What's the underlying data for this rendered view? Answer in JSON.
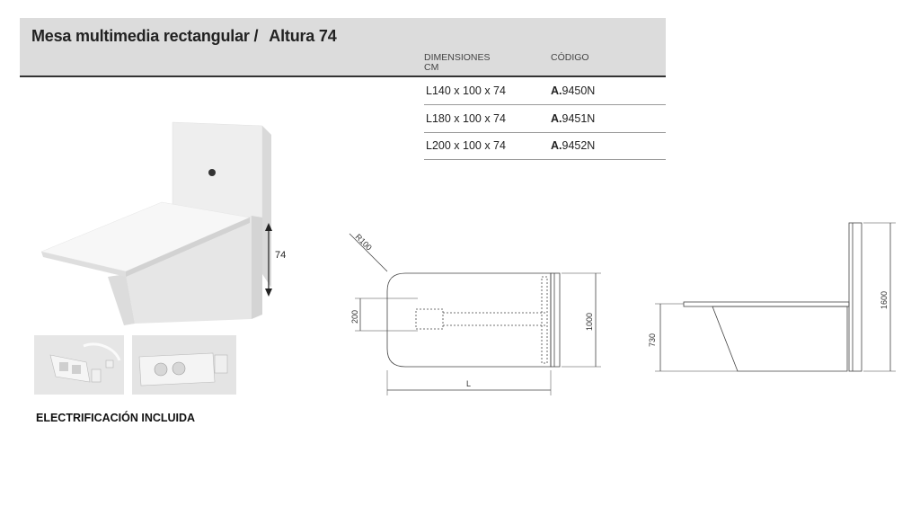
{
  "header": {
    "title": "Mesa multimedia rectangular /",
    "subtitle": "Altura 74"
  },
  "table": {
    "col_dimensions_line1": "DIMENSIONES",
    "col_dimensions_line2": "CM",
    "col_code": "CÓDIGO",
    "rows": [
      {
        "dimensions": "L140 x 100 x 74",
        "code_prefix": "A.",
        "code_number": "9450N"
      },
      {
        "dimensions": "L180 x 100 x 74",
        "code_prefix": "A.",
        "code_number": "9451N"
      },
      {
        "dimensions": "L200 x 100 x 74",
        "code_prefix": "A.",
        "code_number": "9452N"
      }
    ]
  },
  "product_render": {
    "height_label": "74"
  },
  "plan_drawing": {
    "radius_label": "R100",
    "width_label": "200",
    "depth_label": "1000",
    "length_label": "L"
  },
  "side_drawing": {
    "table_height_label": "730",
    "panel_height_label": "1600"
  },
  "electrification": {
    "caption": "ELECTRIFICACIÓN INCLUIDA"
  }
}
